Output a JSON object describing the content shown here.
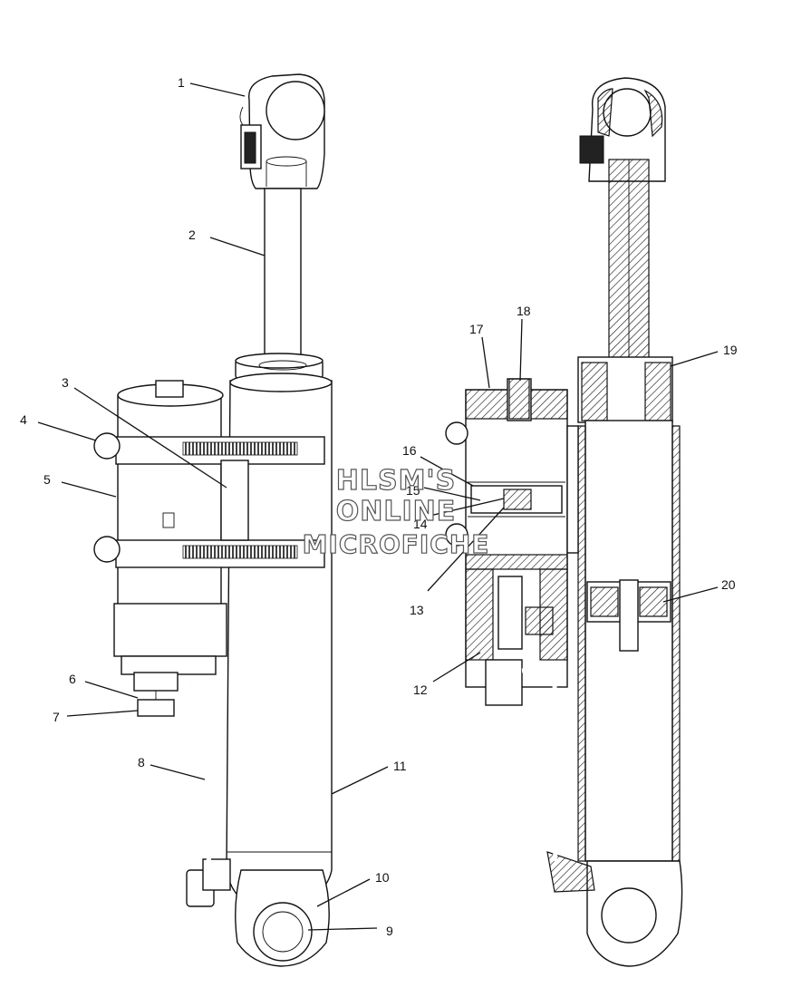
{
  "callouts": [
    {
      "id": "c1",
      "label": "1"
    },
    {
      "id": "c2",
      "label": "2"
    },
    {
      "id": "c3",
      "label": "3"
    },
    {
      "id": "c4",
      "label": "4"
    },
    {
      "id": "c5",
      "label": "5"
    },
    {
      "id": "c6",
      "label": "6"
    },
    {
      "id": "c7",
      "label": "7"
    },
    {
      "id": "c8",
      "label": "8"
    },
    {
      "id": "c9",
      "label": "9"
    },
    {
      "id": "c10",
      "label": "10"
    },
    {
      "id": "c11",
      "label": "11"
    },
    {
      "id": "c12",
      "label": "12"
    },
    {
      "id": "c13",
      "label": "13"
    },
    {
      "id": "c14",
      "label": "14"
    },
    {
      "id": "c15",
      "label": "15"
    },
    {
      "id": "c16",
      "label": "16"
    },
    {
      "id": "c17",
      "label": "17"
    },
    {
      "id": "c18",
      "label": "18"
    },
    {
      "id": "c19",
      "label": "19"
    },
    {
      "id": "c20",
      "label": "20"
    }
  ],
  "watermark": {
    "line1": "HLSM'S",
    "line2": "ONLINE",
    "line3": "MICROFICHE"
  }
}
